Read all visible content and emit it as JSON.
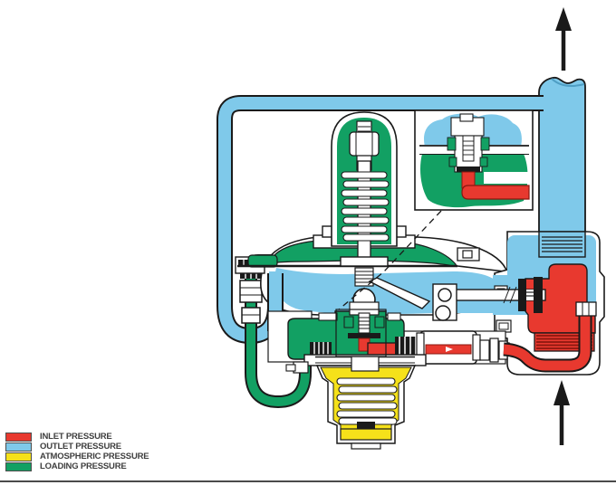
{
  "colors": {
    "inlet": "#e8392f",
    "outlet": "#7fc9ea",
    "atmospheric": "#f5e11a",
    "loading": "#12a063",
    "rib_dark": "#8a170f",
    "outline": "#1a1a1a",
    "pipe_lip": "#4e9ec4"
  },
  "legend": {
    "items": [
      {
        "label": "INLET PRESSURE",
        "color_key": "inlet"
      },
      {
        "label": "OUTLET PRESSURE",
        "color_key": "outlet"
      },
      {
        "label": "ATMOSPHERIC PRESSURE",
        "color_key": "atmospheric"
      },
      {
        "label": "LOADING PRESSURE",
        "color_key": "loading"
      }
    ]
  },
  "flow_arrows": [
    {
      "name": "outlet-flow-arrow",
      "direction": "up",
      "position": "top-right"
    },
    {
      "name": "inlet-flow-arrow",
      "direction": "up",
      "position": "bottom-right"
    }
  ],
  "diagram": {
    "type": "gas-pressure-regulator-cutaway",
    "inset": "magnified-pilot-valve-detail"
  }
}
